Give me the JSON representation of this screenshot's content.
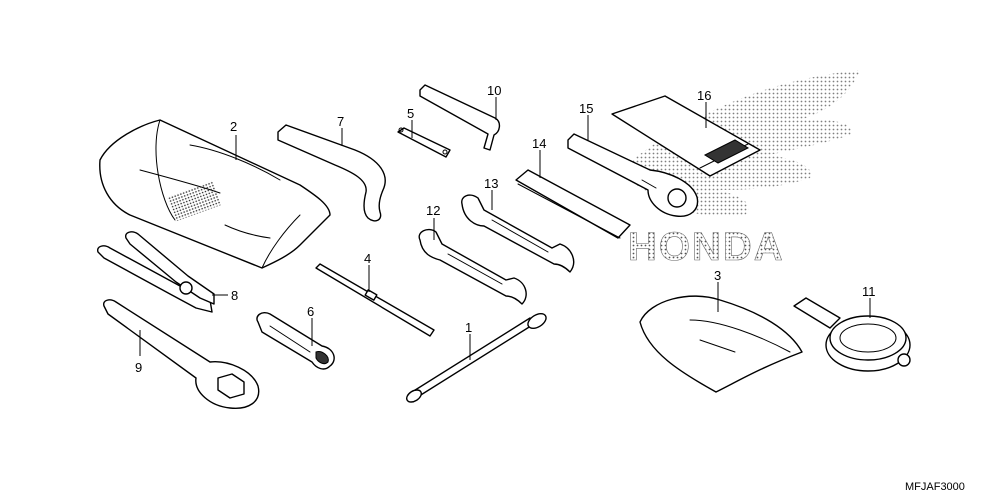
{
  "diagram": {
    "code": "MFJAF3000",
    "brand_text": "HONDA",
    "callouts": [
      "1",
      "2",
      "3",
      "4",
      "5",
      "6",
      "7",
      "8",
      "9",
      "10",
      "11",
      "12",
      "13",
      "14",
      "15",
      "16"
    ]
  }
}
